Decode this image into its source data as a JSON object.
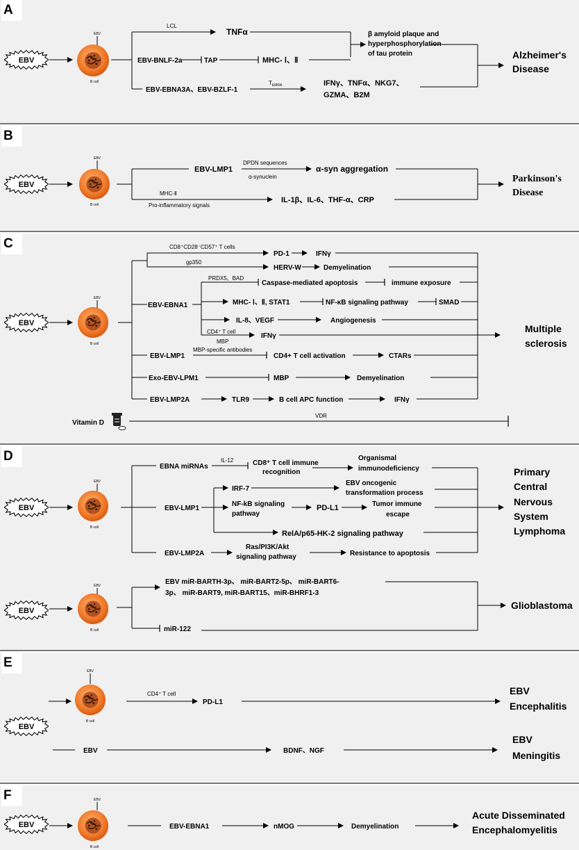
{
  "common": {
    "ebv": "EBV",
    "b_cell": "B cell",
    "ebv_small": "EBV"
  },
  "A": {
    "label": "A",
    "lcl": "LCL",
    "tnfa": "TNFα",
    "bnlf": "EBV-BNLF-2a",
    "tap": "TAP",
    "mhc": "MHC- Ⅰ、Ⅱ",
    "plaque_1": "β amyloid plaque and",
    "plaque_2": "hyperphosphorylation",
    "plaque_3": "of tau protein",
    "ebna3a": "EBV-EBNA3A、EBV-BZLF-1",
    "temra": "T",
    "temra_sub": "EMRA",
    "ifn_1": "IFNγ、TNFα、NKG7、",
    "ifn_2": "GZMA、B2M",
    "disease_1": "Alzheimer's",
    "disease_2": "Disease"
  },
  "B": {
    "label": "B",
    "lmp1": "EBV-LMP1",
    "dpdn": "DPDN sequences",
    "syn": "α-synuclein",
    "agg": "α-syn aggregation",
    "mhc2": "MHC-Ⅱ",
    "pro": "Pro-inflammatory signals",
    "il": "IL-1β、IL-6、THF-α、CRP",
    "disease_1": "Parkinson's",
    "disease_2": "Disease"
  },
  "C": {
    "label": "C",
    "cd8": "CD8⁺CD28⁻CD57⁺ T cells",
    "pd1": "PD-1",
    "ifng1": "IFNγ",
    "gp350": "gp350",
    "herv": "HERV-W",
    "demy1": "Demyelination",
    "prdx": "PRDX5、BAD",
    "caspase": "Caspase-mediated apoptosis",
    "immune": "immune exposure",
    "ebna1": "EBV-EBNA1",
    "mhc": "MHC- Ⅰ、Ⅱ, STAT1",
    "nfkb": "NF-κB signaling pathway",
    "smad": "SMAD",
    "il8": "IL-8、VEGF",
    "angio": "Angiogenesis",
    "cd4": "CD4⁺ T cell",
    "mbp_s": "MBP",
    "ifng2": "IFNγ",
    "lmp1": "EBV-LMP1",
    "mbp_ab": "MBP-specific antibodies",
    "cd4act": "CD4+ T cell activation",
    "ctars": "CTARs",
    "exo": "Exo-EBV-LPM1",
    "mbp": "MBP",
    "demy2": "Demyelination",
    "lmp2a": "EBV-LMP2A",
    "tlr9": "TLR9",
    "apc": "B cell APC function",
    "ifng3": "IFNγ",
    "vitd": "Vitamin D",
    "vdr": "VDR",
    "disease_1": "Multiple",
    "disease_2": "sclerosis"
  },
  "D": {
    "label": "D",
    "mirnas": "EBNA miRNAs",
    "il12": "IL-12",
    "cd8_1": "CD8⁺ T cell immune",
    "cd8_2": "recognition",
    "org_1": "Organismal",
    "org_2": "immunodeficiency",
    "lmp1": "EBV-LMP1",
    "irf7": "IRF-7",
    "onco_1": "EBV oncogenic",
    "onco_2": "transformation process",
    "nfkb_1": "NF-kB signaling",
    "nfkb_2": "pathway",
    "pdl1": "PD-L1",
    "tumor_1": "Tumor immune",
    "tumor_2": "escape",
    "rela": "RelA/p65-HK-2 signaling pathway",
    "lmp2a": "EBV-LMP2A",
    "ras_1": "Ras/PI3K/Akt",
    "ras_2": "signaling pathway",
    "resist": "Resistance to apoptosis",
    "pcnsl_1": "Primary",
    "pcnsl_2": "Central",
    "pcnsl_3": "Nervous",
    "pcnsl_4": "System",
    "pcnsl_5": "Lymphoma",
    "mir_1": "EBV miR-BARTH-3p、 miR-BART2-5p、 miR-BART6-",
    "mir_2": "3p、 miR-BART9, miR-BART15、miR-BHRF1-3",
    "mir122": "miR-122",
    "glio": "Glioblastoma"
  },
  "E": {
    "label": "E",
    "cd4": "CD4⁺ T cell",
    "pdl1": "PD-L1",
    "b_cell_e": "B cell",
    "enc_1": "EBV",
    "enc_2": "Encephalitis",
    "ebv": "EBV",
    "bdnf": "BDNF、NGF",
    "men_1": "EBV",
    "men_2": "Meningitis"
  },
  "F": {
    "label": "F",
    "ebna1": "EBV-EBNA1",
    "nmog": "nMOG",
    "demy": "Demyelination",
    "adem_1": "Acute Disseminated",
    "adem_2": "Encephalomyelitis"
  }
}
